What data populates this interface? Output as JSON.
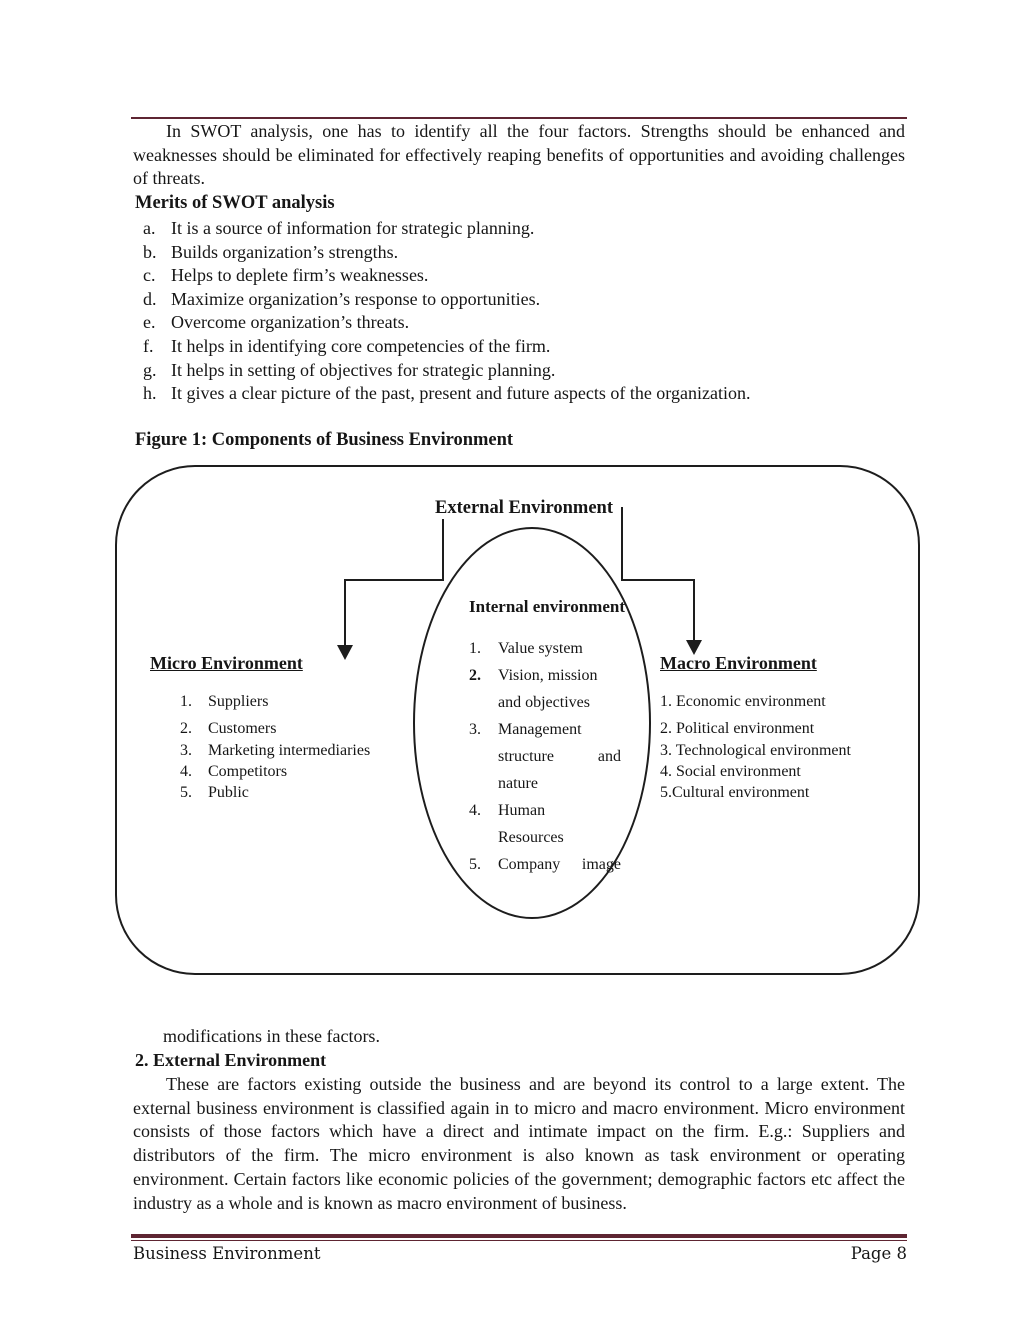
{
  "document": {
    "colors": {
      "rule": "#5e2532",
      "ink": "#161616"
    },
    "intro": {
      "text": "In SWOT analysis, one has to identify all the four factors. Strengths should be enhanced and weaknesses should be eliminated for effectively reaping benefits of opportunities and avoiding challenges of threats."
    },
    "merits": {
      "heading": "Merits of SWOT analysis",
      "items": [
        {
          "marker": "a.",
          "text": "It is a source of information for strategic planning."
        },
        {
          "marker": "b.",
          "text": "Builds organization’s strengths."
        },
        {
          "marker": "c.",
          "text": "Helps to deplete firm’s weaknesses."
        },
        {
          "marker": "d.",
          "text": "Maximize organization’s response to opportunities."
        },
        {
          "marker": "e.",
          "text": "Overcome organization’s threats."
        },
        {
          "marker": "f.",
          "text": "It helps in identifying core competencies of the firm."
        },
        {
          "marker": "g.",
          "text": "It helps in setting of objectives for strategic planning."
        },
        {
          "marker": "h.",
          "text": "It gives a clear picture of the past, present and future aspects of the organization."
        }
      ]
    },
    "figure": {
      "caption": "Figure 1: Components of Business Environment",
      "external_label": "External Environment",
      "internal": {
        "heading": "Internal environment",
        "items": [
          {
            "marker": "1.",
            "line1": "Value system"
          },
          {
            "marker": "2.",
            "line1": "Vision, mission",
            "line2": "and objectives"
          },
          {
            "marker": "3.",
            "line1": "Management",
            "line2a": "structure",
            "line2b": "and",
            "line3": "nature"
          },
          {
            "marker": "4.",
            "line1": "Human",
            "line2": "Resources"
          },
          {
            "marker": "5.",
            "line1a": "Company",
            "line1b": "image"
          }
        ]
      },
      "micro": {
        "heading": "Micro Environment",
        "items": [
          {
            "marker": "1.",
            "text": "Suppliers"
          },
          {
            "marker": "2.",
            "text": "Customers"
          },
          {
            "marker": "3.",
            "text": "Marketing intermediaries"
          },
          {
            "marker": "4.",
            "text": "Competitors"
          },
          {
            "marker": "5.",
            "text": "Public"
          }
        ]
      },
      "macro": {
        "heading": "Macro Environment",
        "items": [
          "1. Economic environment",
          "2. Political environment",
          "3. Technological environment",
          "4. Social environment",
          "5.Cultural environment"
        ]
      }
    },
    "section2": {
      "lead_in": "modifications in these factors.",
      "number": "2.",
      "heading": "External Environment",
      "paragraph": "These are factors existing outside the business and are beyond its control to a large extent. The external business environment is classified again in to micro and macro environment. Micro environment consists of those factors which have a direct and intimate impact on the firm. E.g.: Suppliers and distributors of the firm. The micro environment is also known as task environment or operating environment. Certain factors like economic policies of the government; demographic factors etc affect the industry as a whole and is known as macro environment of business."
    },
    "footer": {
      "left": "Business Environment",
      "right": "Page 8"
    }
  }
}
